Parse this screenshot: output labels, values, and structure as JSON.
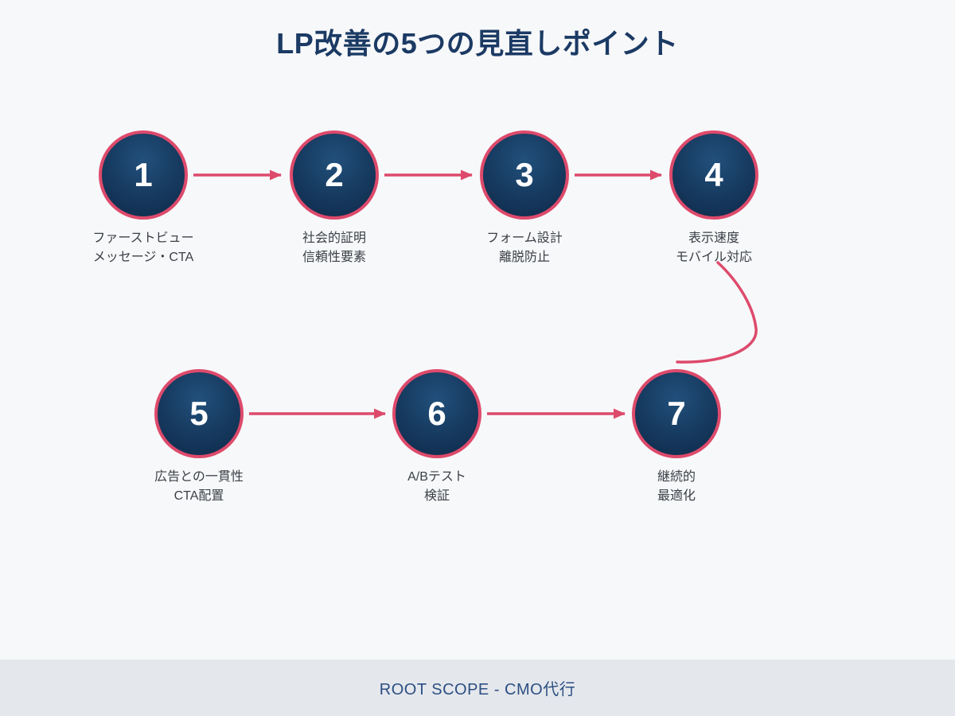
{
  "title": "LP改善の5つの見直しポイント",
  "steps": [
    {
      "number": "1",
      "label_line1": "ファーストビュー",
      "label_line2": "メッセージ・CTA"
    },
    {
      "number": "2",
      "label_line1": "社会的証明",
      "label_line2": "信頼性要素"
    },
    {
      "number": "3",
      "label_line1": "フォーム設計",
      "label_line2": "離脱防止"
    },
    {
      "number": "4",
      "label_line1": "表示速度",
      "label_line2": "モバイル対応"
    },
    {
      "number": "5",
      "label_line1": "広告との一貫性",
      "label_line2": "CTA配置"
    },
    {
      "number": "6",
      "label_line1": "A/Bテスト",
      "label_line2": "検証"
    },
    {
      "number": "7",
      "label_line1": "継続的",
      "label_line2": "最適化"
    }
  ],
  "footer": {
    "text": "ROOT SCOPE - CMO代行"
  },
  "colors": {
    "background": "#f7f8fa",
    "accent_pink": "#dd4a6b",
    "circle_navy_light": "#21507c",
    "circle_navy_dark": "#0e2a49",
    "title_navy": "#1b3a64",
    "label_gray": "#3b4046",
    "footer_band": "#e4e7ec",
    "footer_navy": "#2c4f82"
  }
}
